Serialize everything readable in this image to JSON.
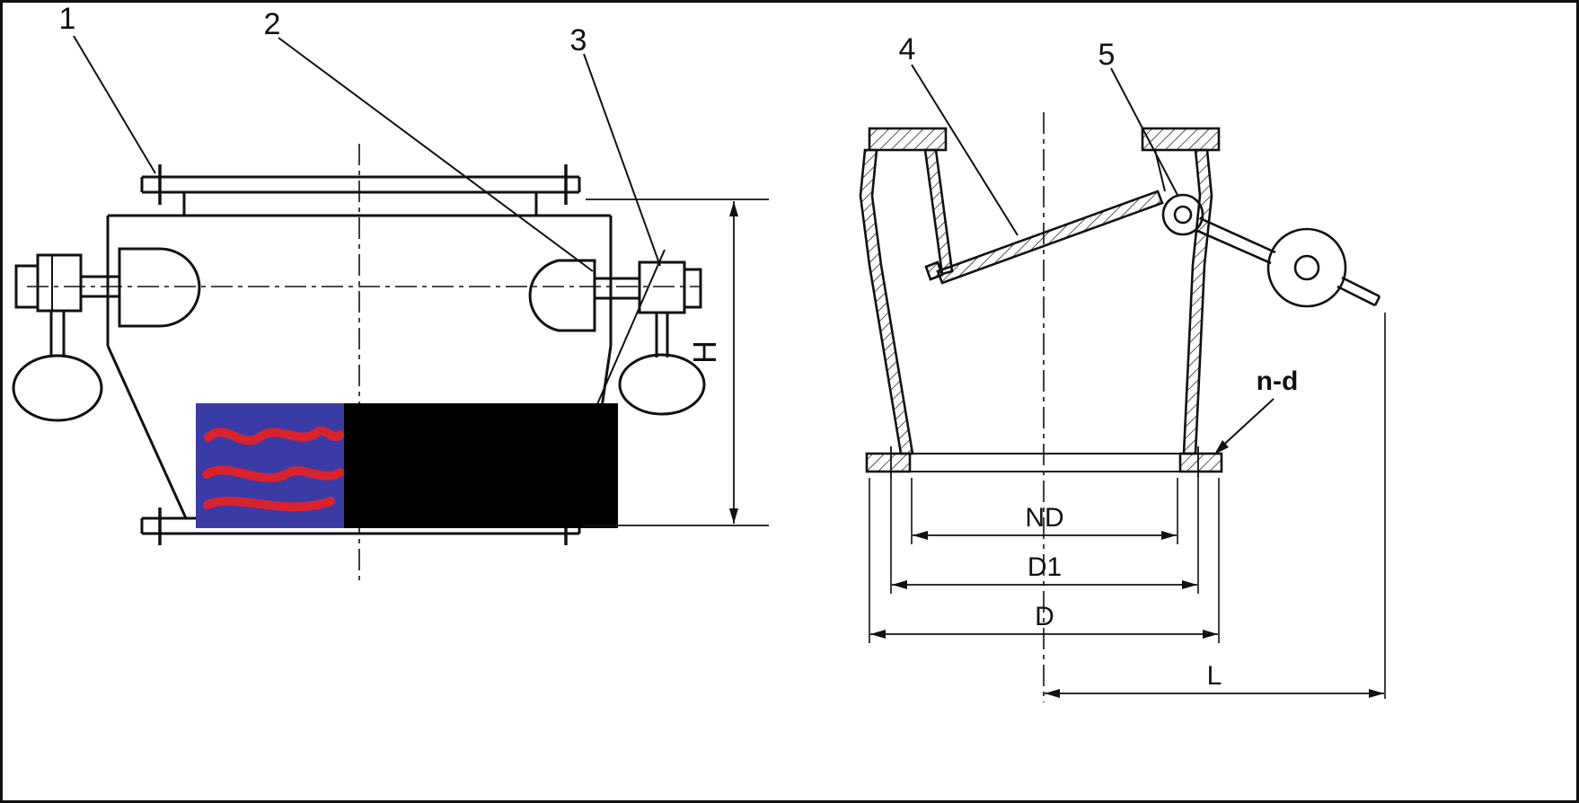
{
  "figure": {
    "type": "technical-diagram-two-views",
    "background": "#ffffff",
    "line_color": "#111111",
    "views": {
      "side_view": {
        "callouts": {
          "c1": "1",
          "c2": "2",
          "c3": "3"
        },
        "dim_height": "H",
        "watermark": {
          "blue": "#3b3ba6",
          "red": "#d8232f",
          "black": "#000000"
        }
      },
      "section_view": {
        "callouts": {
          "c4": "4",
          "c5": "5"
        },
        "bolt_note": "n-d",
        "dims": {
          "nd": "ND",
          "d1": "D1",
          "d": "D",
          "l": "L"
        }
      }
    }
  }
}
